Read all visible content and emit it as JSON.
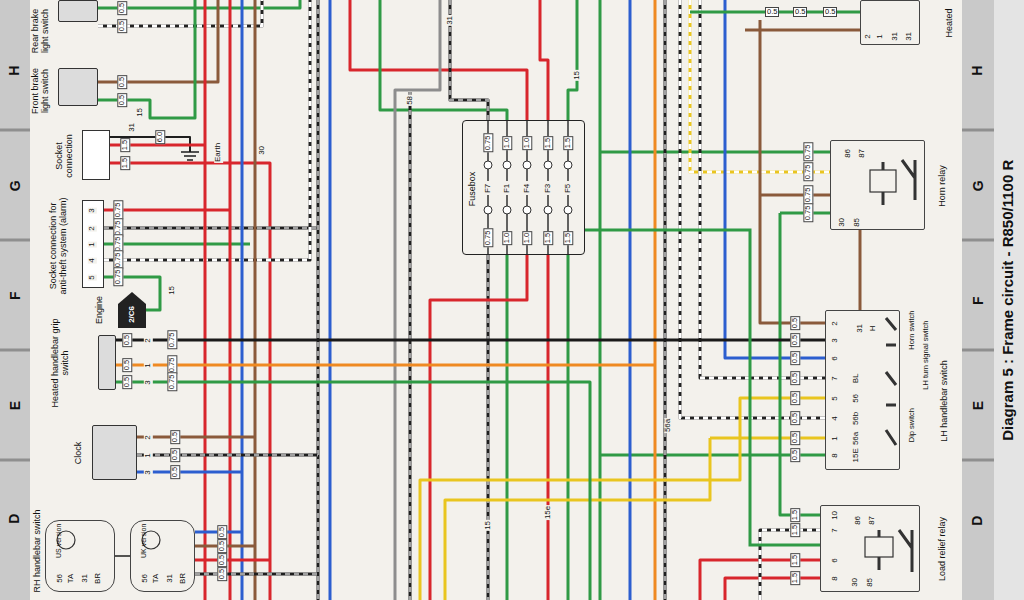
{
  "diagram": {
    "title": "Diagram 5 : Frame circuit - R850/1100 R",
    "nodes": [
      {
        "text": [
          "Rear brake light switch"
        ]
      },
      {
        "text": [
          "Heated"
        ]
      },
      {
        "text": [
          "Front brake light switch"
        ]
      },
      {
        "text": [
          "Socket connection"
        ]
      },
      {
        "text": [
          "Fusebox"
        ]
      },
      {
        "text": [
          "Horn relay"
        ]
      },
      {
        "text": [
          "Socket connection for anti-theft system (alarm)"
        ]
      },
      {
        "text": [
          "2/C6",
          "Engine"
        ]
      },
      {
        "text": [
          "Heated handlebar grip switch"
        ]
      },
      {
        "text": [
          "LH handlebar switch"
        ]
      },
      {
        "text": [
          "Clock"
        ]
      },
      {
        "text": [
          "RH handlebar switch",
          "US version"
        ]
      },
      {
        "text": [
          "UK version"
        ]
      },
      {
        "text": [
          "Load relief relay"
        ]
      }
    ],
    "edges": [
      {
        "from": 8,
        "to": 9,
        "arrow": "none"
      },
      {
        "from": 5,
        "to": 9,
        "arrow": "none"
      },
      {
        "from": 4,
        "to": 13,
        "arrow": "none"
      }
    ],
    "labels": [
      "H",
      "G",
      "F",
      "E",
      "D",
      "H",
      "G",
      "F",
      "E",
      "D",
      "0.5",
      "0.5",
      "0.5",
      "0.5",
      "15",
      "31",
      "1.5",
      "1.5",
      "6.0",
      "Earth",
      "30",
      "0.75",
      "0.75",
      "0.75",
      "0.75",
      "0.75",
      "3",
      "2",
      "1",
      "4",
      "5",
      "15",
      "0.5",
      "0.5",
      "0.5",
      "0.75",
      "0.75",
      "0.75",
      "2",
      "1",
      "3",
      "0.5",
      "0.5",
      "0.5",
      "2",
      "1",
      "3",
      "F7",
      "F1",
      "F4",
      "F3",
      "F5",
      "0.75",
      "1.0",
      "1.0",
      "1.5",
      "1.5",
      "0.75",
      "1.0",
      "1.0",
      "1.5",
      "1.5",
      "58",
      "15",
      "31",
      "56a",
      "15",
      "15e",
      "0.75",
      "0.75",
      "0.75",
      "0.75",
      "86",
      "87",
      "30",
      "85",
      "0.5",
      "0.5",
      "0.5",
      "0.5",
      "0.5",
      "0.5",
      "0.5",
      "0.5",
      "2",
      "3",
      "6",
      "7",
      "5",
      "4",
      "1",
      "8",
      "31",
      "H",
      "BL",
      "56",
      "56b",
      "56a",
      "15E",
      "Horn switch",
      "LH turn signal switch",
      "Dip switch",
      "1.5",
      "1.5",
      "1.5",
      "1.5",
      "10",
      "7",
      "6",
      "8",
      "86",
      "87",
      "30",
      "85",
      "0.5",
      "0.5",
      "0.5",
      "2",
      "1",
      "31",
      "31",
      "56",
      "TA",
      "31",
      "BR",
      "56",
      "TA",
      "31",
      "BR",
      "0.5",
      "0.5",
      "0.5",
      "0.5"
    ]
  }
}
